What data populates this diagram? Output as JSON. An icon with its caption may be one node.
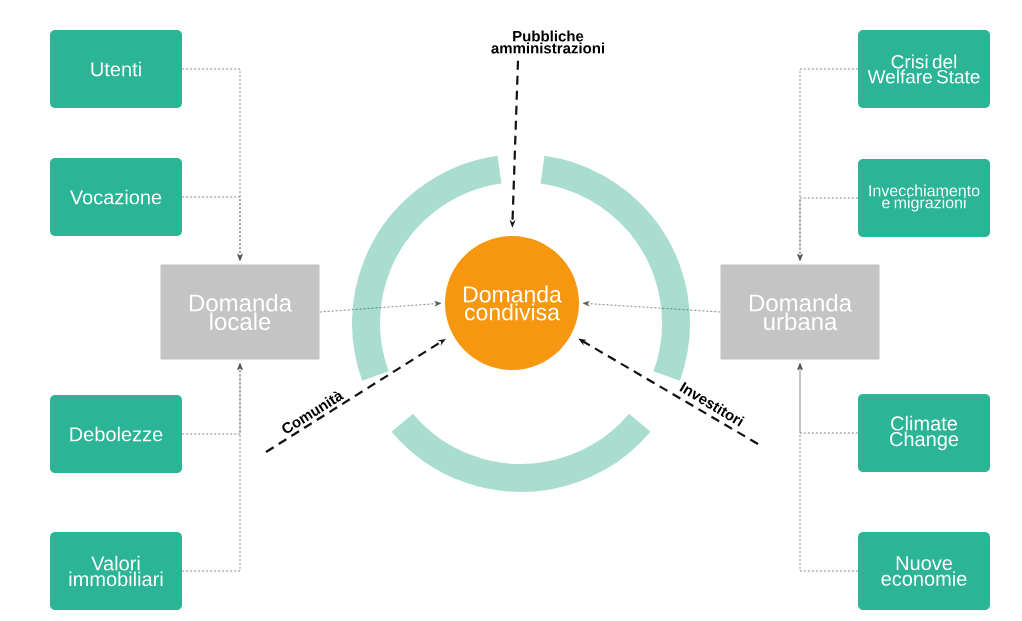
{
  "diagram": {
    "nodes": [
      {
        "text": [
          "Utenti"
        ]
      },
      {
        "text": [
          "Vocazione"
        ]
      },
      {
        "text": [
          "Debolezze"
        ]
      },
      {
        "text": [
          "Valori immobiliari"
        ]
      },
      {
        "text": [
          "Domanda locale"
        ]
      },
      {
        "text": [
          "Domanda condivisa"
        ]
      },
      {
        "text": [
          "Domanda urbana"
        ]
      },
      {
        "text": [
          "Crisi del Welfare State"
        ]
      },
      {
        "text": [
          "Invecchiamento e migrazioni"
        ]
      },
      {
        "text": [
          "Climate Change"
        ]
      },
      {
        "text": [
          "Nuove economie"
        ]
      },
      {
        "text": [
          "Pubbliche amministrazioni"
        ]
      },
      {
        "text": [
          "Comunità"
        ]
      },
      {
        "text": [
          "Investitori"
        ]
      }
    ],
    "edges": [
      {
        "from": 0,
        "to": 4,
        "arrow": "to"
      },
      {
        "from": 1,
        "to": 4,
        "arrow": "to"
      },
      {
        "from": 2,
        "to": 4,
        "arrow": "to"
      },
      {
        "from": 3,
        "to": 4,
        "arrow": "to"
      },
      {
        "from": 7,
        "to": 6,
        "arrow": "to"
      },
      {
        "from": 8,
        "to": 6,
        "arrow": "to"
      },
      {
        "from": 9,
        "to": 6,
        "arrow": "to"
      },
      {
        "from": 10,
        "to": 6,
        "arrow": "to"
      },
      {
        "from": 4,
        "to": 5,
        "arrow": "to"
      },
      {
        "from": 6,
        "to": 5,
        "arrow": "to"
      },
      {
        "from": 11,
        "to": 5,
        "arrow": "to",
        "style": "dashed",
        "color": "#111111"
      },
      {
        "from": 12,
        "to": 5,
        "arrow": "to",
        "style": "dashed",
        "color": "#111111"
      },
      {
        "from": 13,
        "to": 5,
        "arrow": "to",
        "style": "dashed",
        "color": "#111111"
      }
    ]
  }
}
